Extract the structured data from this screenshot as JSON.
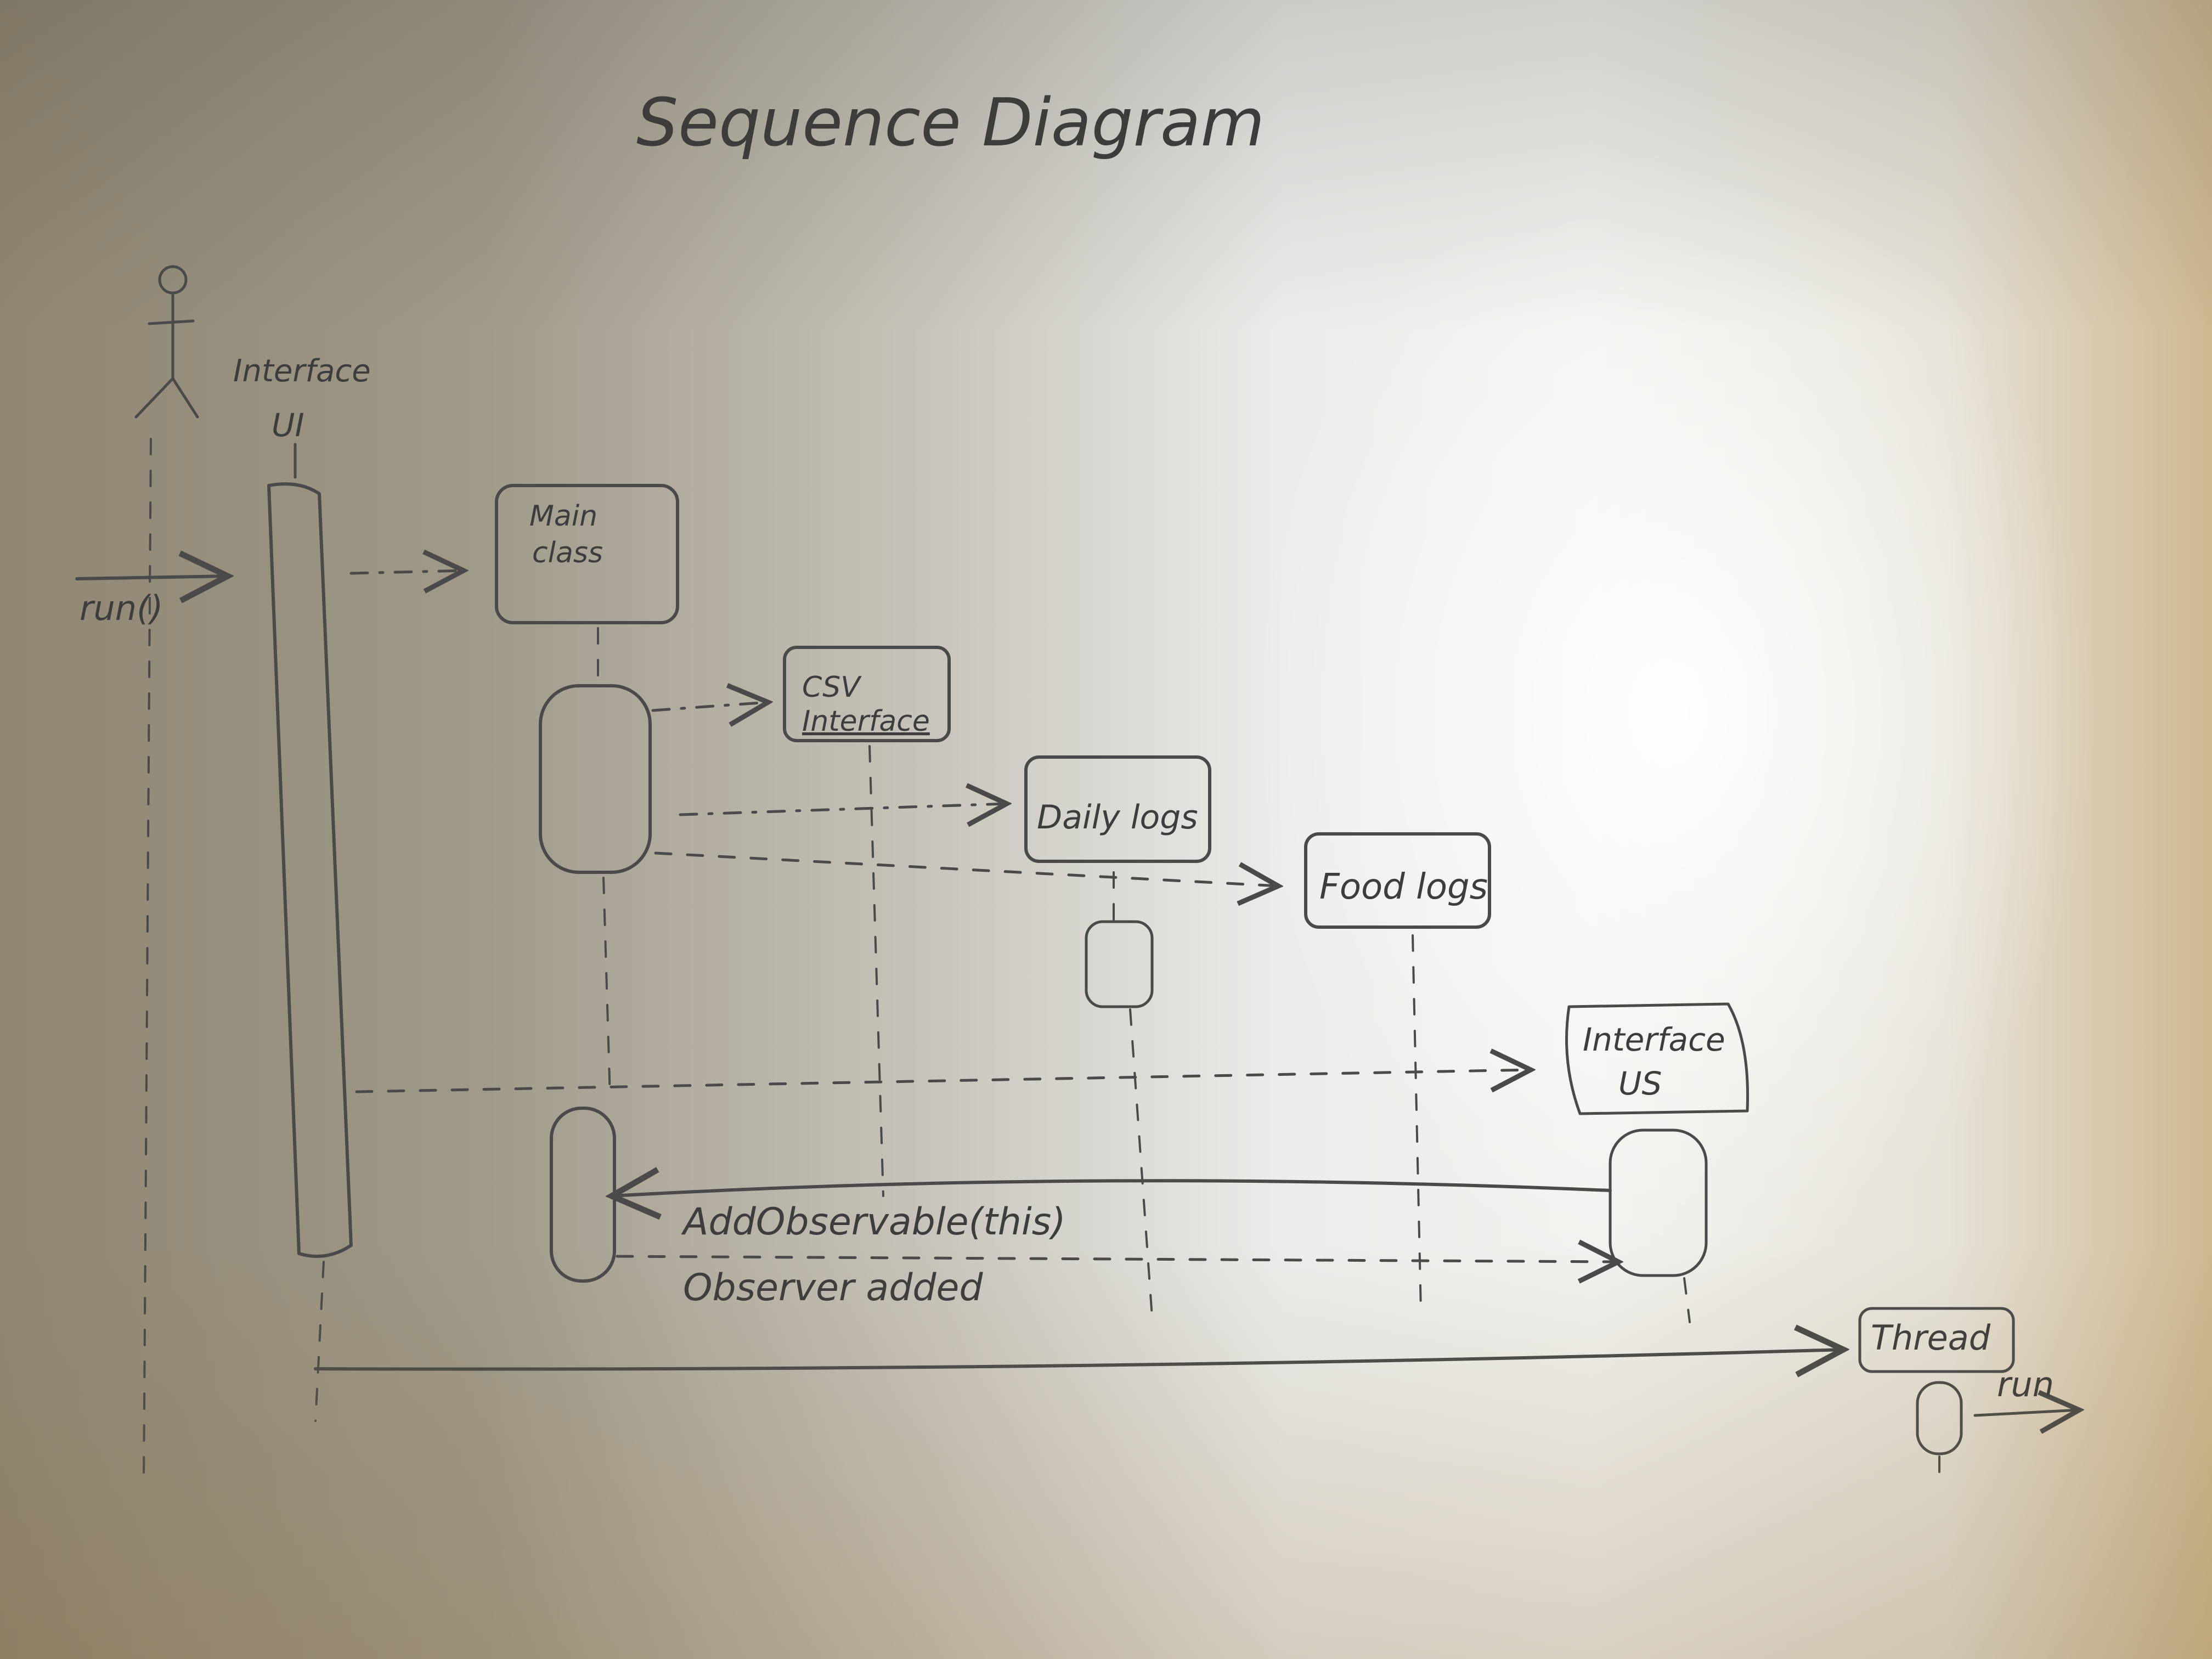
{
  "title": "Sequence Diagram",
  "actor": {
    "label": ""
  },
  "participants": {
    "interface_ui": {
      "line1": "Interface",
      "line2": "UI"
    },
    "main_class": {
      "line1": "Main",
      "line2": "class"
    },
    "csv_interface": {
      "line1": "CSV",
      "line2": "Interface"
    },
    "daily_logs": {
      "label": "Daily logs"
    },
    "food_logs": {
      "label": "Food logs"
    },
    "interface_us": {
      "line1": "Interface",
      "line2": "US"
    },
    "thread": {
      "label": "Thread"
    }
  },
  "messages": {
    "run_call": "run()",
    "add_observable": "AddObservable(this)",
    "observer_added": "Observer added",
    "thread_run": "run"
  }
}
